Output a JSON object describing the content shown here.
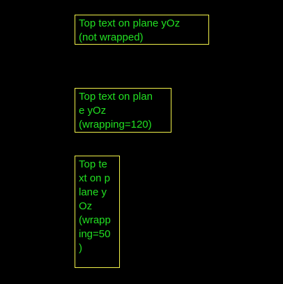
{
  "colors": {
    "background": "#000000",
    "text": "#22e022",
    "border": "#f2f24a"
  },
  "labels": [
    {
      "name": "not-wrapped",
      "lines": [
        "Top text on plane yOz",
        "(not wrapped)"
      ]
    },
    {
      "name": "wrapping-120",
      "lines": [
        "Top text on plan",
        "e yOz",
        "(wrapping=120)"
      ]
    },
    {
      "name": "wrapping-50",
      "lines": [
        "Top te",
        "xt on p",
        "lane y",
        "Oz",
        "(wrapp",
        "ing=50",
        ")"
      ]
    }
  ]
}
